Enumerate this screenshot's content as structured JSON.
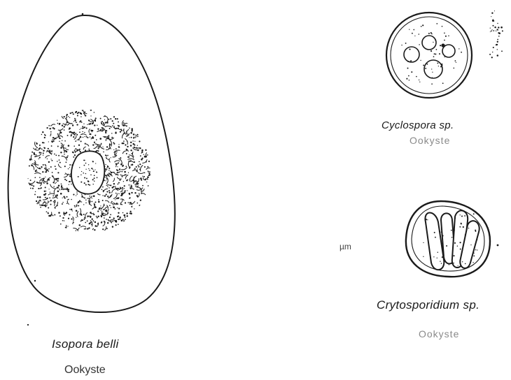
{
  "figures": {
    "isospora": {
      "species": "Isopora belli",
      "stage": "Ookyste"
    },
    "cyclospora": {
      "species": "Cyclospora sp.",
      "stage": "Ookyste"
    },
    "cryptosporidium": {
      "species": "Crytosporidium sp.",
      "stage": "Ookyste"
    }
  },
  "scale": {
    "unit": "µm"
  },
  "colors": {
    "ink": "#1a1a1a",
    "paper": "#ffffff"
  }
}
